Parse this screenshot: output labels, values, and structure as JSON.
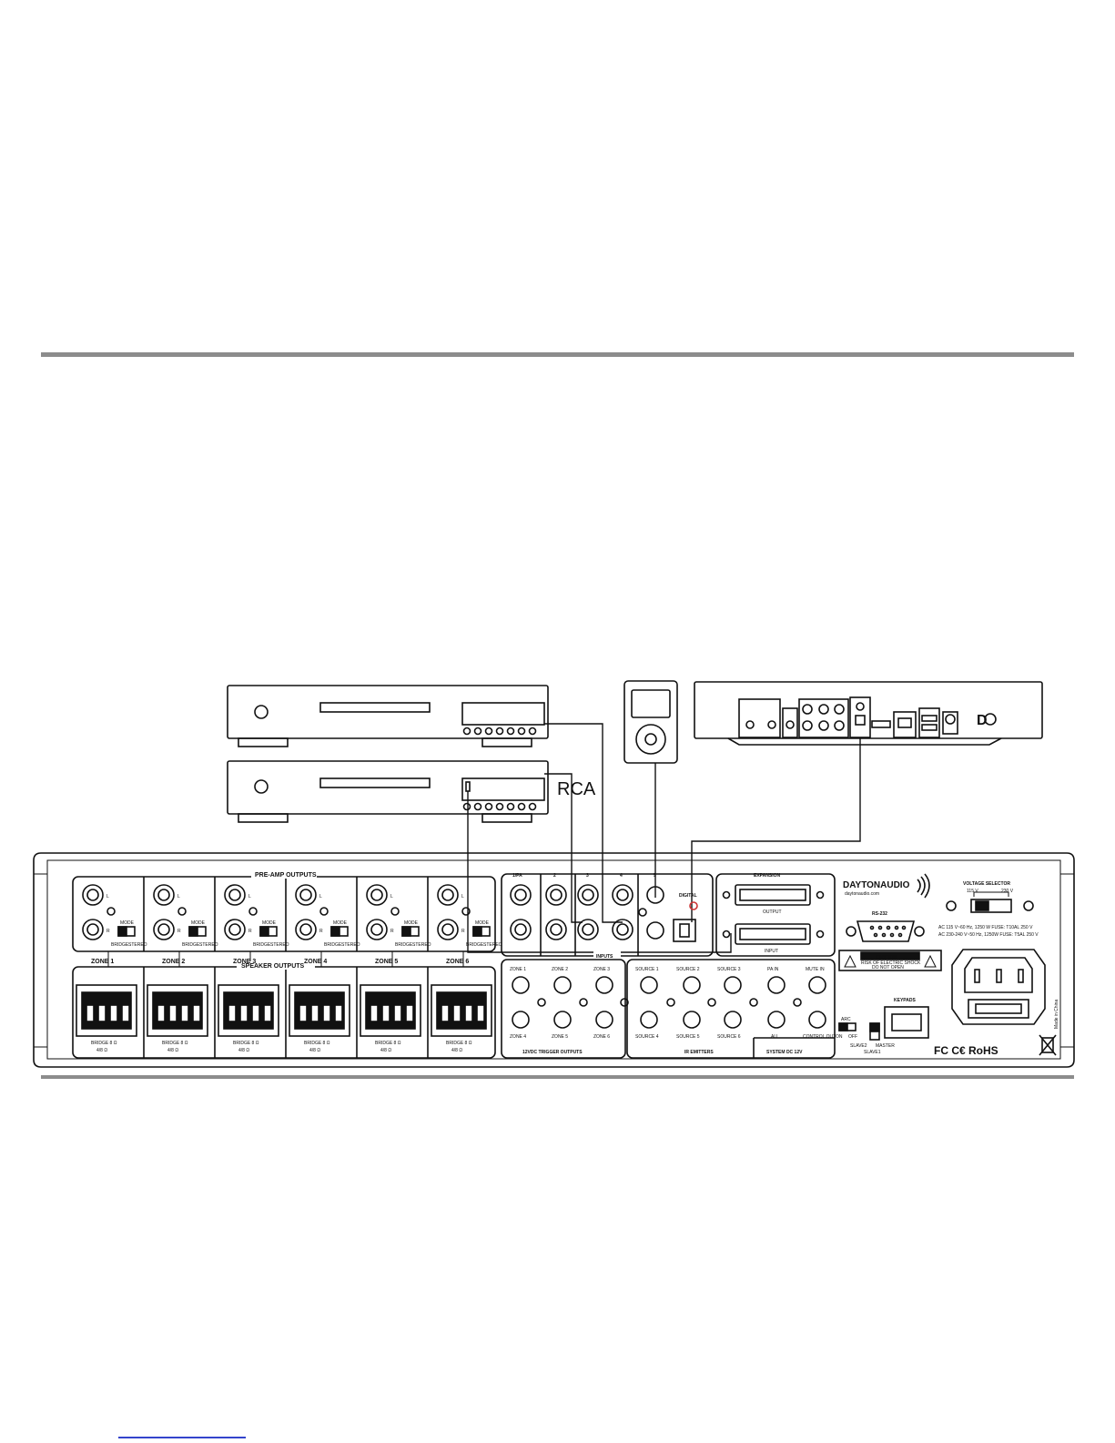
{
  "callout": {
    "rca": "RCA"
  },
  "amp": {
    "preamp_outputs": "PRE-AMP OUTPUTS",
    "speaker_outputs": "SPEAKER OUTPUTS",
    "inputs": "INPUTS",
    "expansion": "EXPANSION",
    "output": "OUTPUT",
    "input": "INPUT",
    "rs232": "RS-232",
    "brand": "DAYTONAUDIO",
    "brand_url": "daytonaudio.com",
    "voltage_selector": "VOLTAGE SELECTOR",
    "v115": "115 V",
    "v230": "230 V",
    "ac_line1": "AC 115 V~60 Hz, 1250 W FUSE: T10AL 250 V",
    "ac_line2": "AC 230-240 V~50 Hz, 1250W FUSE: T5AL 250 V",
    "caution": "CAUTION",
    "caution_sub1": "RISK OF ELECTRIC SHOCK",
    "caution_sub2": "DO NOT OPEN",
    "keypads": "KEYPADS",
    "arc": "ARC",
    "on": "ON",
    "off": "OFF",
    "slave2": "SLAVE2",
    "master": "MASTER",
    "slave1": "SLAVE1",
    "made_in": "Made in China",
    "cert": "FC C€ RoHS",
    "mode": "MODE",
    "bridge": "BRIDGE",
    "stereo": "STEREO",
    "l": "L",
    "r": "R",
    "zones": [
      "ZONE 1",
      "ZONE 2",
      "ZONE 3",
      "ZONE 4",
      "ZONE 5",
      "ZONE 6"
    ],
    "input_labels": [
      "1/PA",
      "2",
      "3",
      "4",
      "5"
    ],
    "digital": "DIGITAL",
    "trigger_labels": [
      "ZONE 1",
      "ZONE 2",
      "ZONE 3",
      "ZONE 4",
      "ZONE 5",
      "ZONE 6"
    ],
    "trigger_title": "12VDC TRIGGER OUTPUTS",
    "ir_labels": [
      "SOURCE 1",
      "SOURCE 2",
      "SOURCE 3",
      "SOURCE 4",
      "SOURCE 5",
      "SOURCE 6"
    ],
    "ir_title": "IR EMITTERS",
    "pa_in": "PA IN",
    "mute_in": "MUTE IN",
    "all": "ALL",
    "control_out": "CONTROL OUT",
    "system_dc": "SYSTEM DC 12V",
    "bridge_ohm": "BRIDGE 8 Ω",
    "ohm4": "4/8 Ω"
  }
}
